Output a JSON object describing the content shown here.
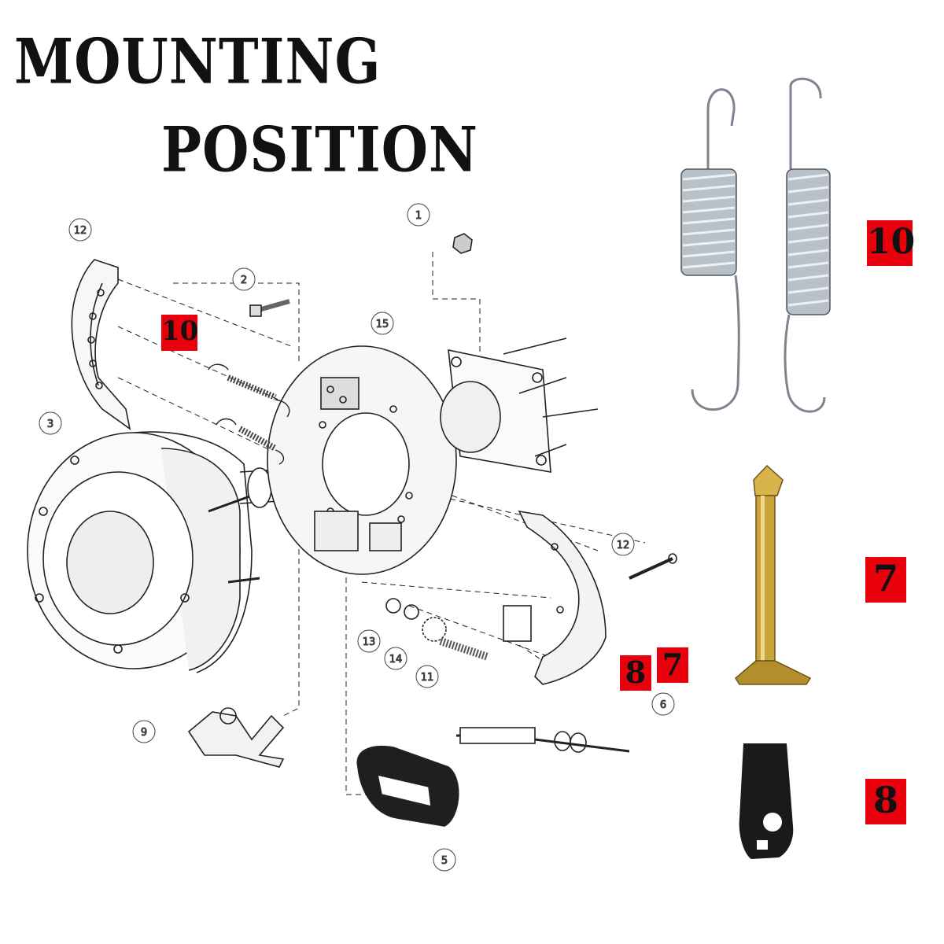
{
  "title": {
    "line1": "MOUNTING",
    "line2": "POSITION"
  },
  "part_labels": {
    "diagram_10": "10",
    "diagram_8": "8",
    "diagram_7": "7",
    "side_10": "10",
    "side_7": "7",
    "side_8": "8"
  },
  "callouts": {
    "c1": "1",
    "c2": "2",
    "c3": "3",
    "c5": "5",
    "c6": "6",
    "c9": "9",
    "c11": "11",
    "c12a": "12",
    "c12b": "12",
    "c13": "13",
    "c14": "14",
    "c15": "15"
  },
  "colors": {
    "badge": "#e8000d",
    "spring": "#9aa3ad",
    "pin": "#c9a43a",
    "clip": "#1a1a1a"
  },
  "icons": [
    "brake-drum-icon",
    "brake-shoe-icon",
    "backing-plate-icon",
    "spring-icon",
    "pin-icon",
    "clip-icon"
  ]
}
